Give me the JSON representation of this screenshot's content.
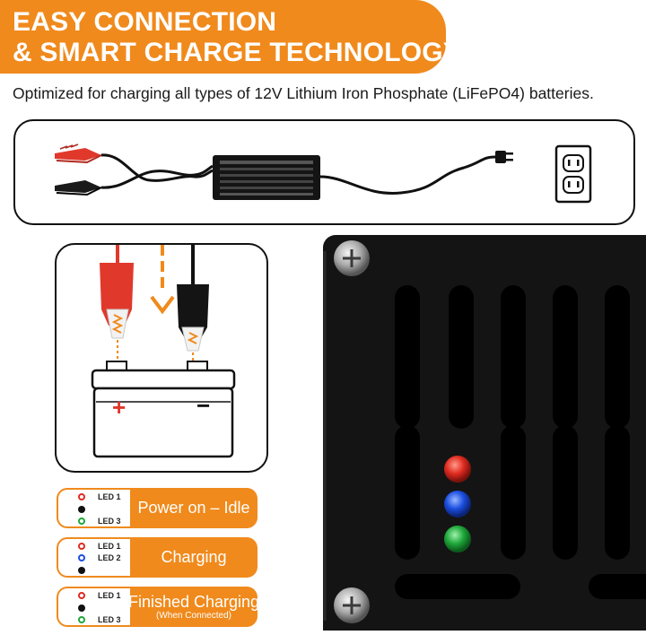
{
  "banner": {
    "line1": "EASY CONNECTION",
    "line2": "& SMART CHARGE TECHNOLOGY"
  },
  "subtitle": "Optimized for charging all types of 12V Lithium Iron Phosphate (LiFePO4) batteries.",
  "colors": {
    "accent_orange": "#f08a1c",
    "charger_body": "#141414",
    "led_red": "#e02b20",
    "led_blue": "#1b4fe0",
    "led_green": "#1fa83a",
    "clamp_red": "#e0392c"
  },
  "battery": {
    "positive_symbol": "+",
    "negative_symbol": "−"
  },
  "led_indicators": [
    {
      "status": "Power on – Idle",
      "status_note": "",
      "leds": [
        {
          "label": "LED 1",
          "state": "ring",
          "color": "#e02b20"
        },
        {
          "label": "",
          "state": "solid",
          "color": "#111111"
        },
        {
          "label": "LED 3",
          "state": "ring",
          "color": "#1fa83a"
        }
      ]
    },
    {
      "status": "Charging",
      "status_note": "",
      "leds": [
        {
          "label": "LED 1",
          "state": "ring",
          "color": "#e02b20"
        },
        {
          "label": "LED 2",
          "state": "ring",
          "color": "#1b4fe0"
        },
        {
          "label": "",
          "state": "solid",
          "color": "#111111"
        }
      ]
    },
    {
      "status": "Finished Charging",
      "status_note": "(When Connected)",
      "leds": [
        {
          "label": "LED 1",
          "state": "ring",
          "color": "#e02b20"
        },
        {
          "label": "",
          "state": "solid",
          "color": "#111111"
        },
        {
          "label": "LED 3",
          "state": "ring",
          "color": "#1fa83a"
        }
      ]
    }
  ]
}
